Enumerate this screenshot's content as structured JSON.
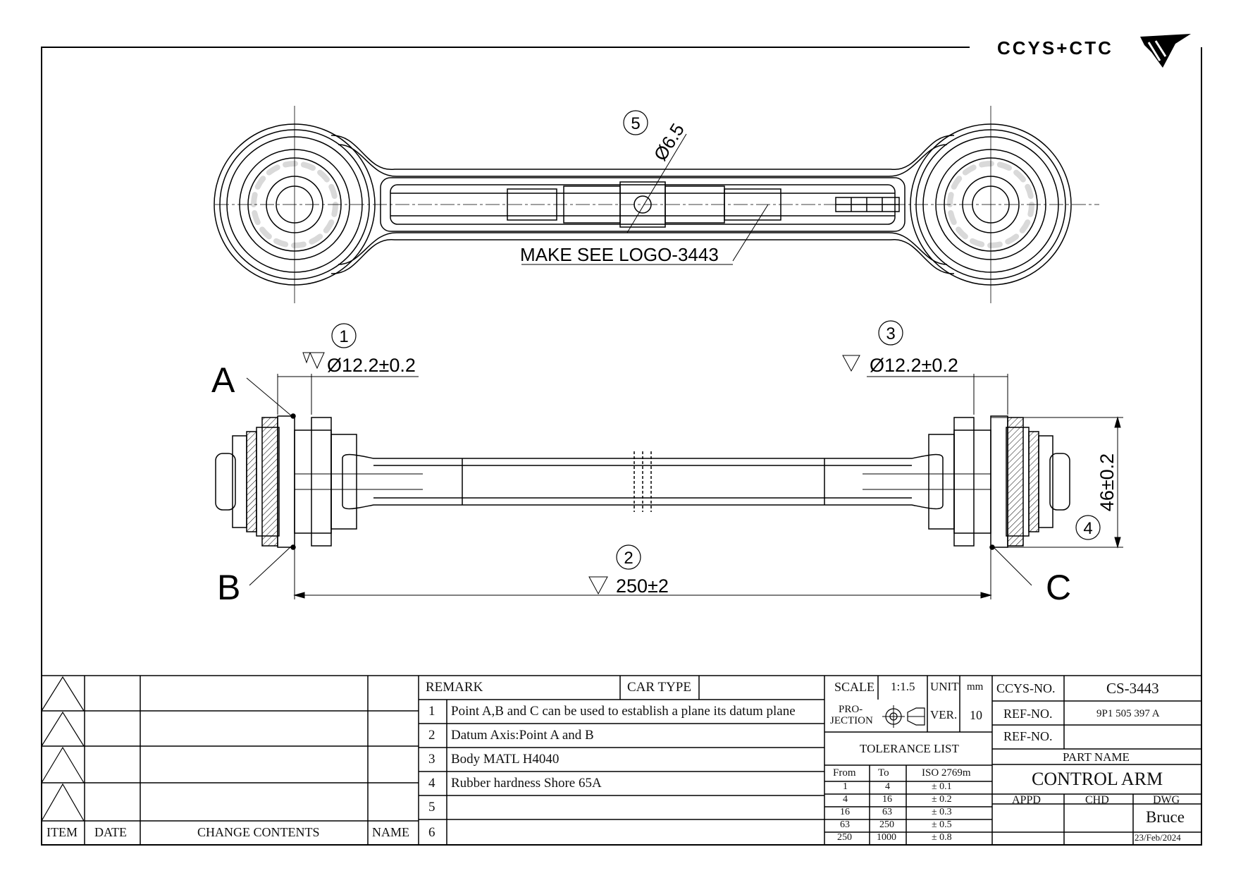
{
  "logo": {
    "text": "CCYS+CTC"
  },
  "callouts": {
    "c1": "1",
    "c2": "2",
    "c3": "3",
    "c4": "4",
    "c5": "5"
  },
  "dimensions": {
    "bore_top": "Ø6.5",
    "bore_left": "Ø12.2±0.2",
    "bore_right": "Ø12.2±0.2",
    "length": "250±2",
    "height": "46±0.2"
  },
  "note_logo": "MAKE SEE LOGO-3443",
  "datum_points": {
    "a": "A",
    "b": "B",
    "c": "C"
  },
  "revision_table": {
    "headers": {
      "item": "ITEM",
      "date": "DATE",
      "change": "CHANGE CONTENTS",
      "name": "NAME"
    }
  },
  "remarks": {
    "header": "REMARK",
    "car_type_label": "CAR TYPE",
    "rows": [
      {
        "no": "1",
        "text": "Point A,B and C can be used to establish a plane its datum plane"
      },
      {
        "no": "2",
        "text": "Datum Axis:Point A and B"
      },
      {
        "no": "3",
        "text": "Body MATL H4040"
      },
      {
        "no": "4",
        "text": "Rubber hardness Shore 65A"
      },
      {
        "no": "5",
        "text": ""
      },
      {
        "no": "6",
        "text": ""
      }
    ]
  },
  "info": {
    "scale_label": "SCALE",
    "scale_value": "1:1.5",
    "unit_label": "UNIT",
    "unit_value": "mm",
    "projection_label_1": "PRO-",
    "projection_label_2": "JECTION",
    "ver_label": "VER.",
    "ver_value": "10",
    "tolerance_title": "TOLERANCE LIST",
    "tolerance_headers": {
      "from": "From",
      "to": "To",
      "iso": "ISO 2769m"
    },
    "tolerance_rows": [
      {
        "from": "1",
        "to": "4",
        "tol": "± 0.1"
      },
      {
        "from": "4",
        "to": "16",
        "tol": "± 0.2"
      },
      {
        "from": "16",
        "to": "63",
        "tol": "± 0.3"
      },
      {
        "from": "63",
        "to": "250",
        "tol": "± 0.5"
      },
      {
        "from": "250",
        "to": "1000",
        "tol": "± 0.8"
      }
    ]
  },
  "title_block": {
    "ccys_no_label": "CCYS-NO.",
    "ccys_no_value": "CS-3443",
    "ref_no_label_1": "REF-NO.",
    "ref_no_value_1": "9P1 505 397 A",
    "ref_no_label_2": "REF-NO.",
    "ref_no_value_2": "",
    "part_name_label": "PART NAME",
    "part_name_value": "CONTROL ARM",
    "appd_label": "APPD",
    "chd_label": "CHD",
    "dwg_label": "DWG",
    "dwg_name": "Bruce",
    "dwg_date": "23/Feb/2024"
  }
}
